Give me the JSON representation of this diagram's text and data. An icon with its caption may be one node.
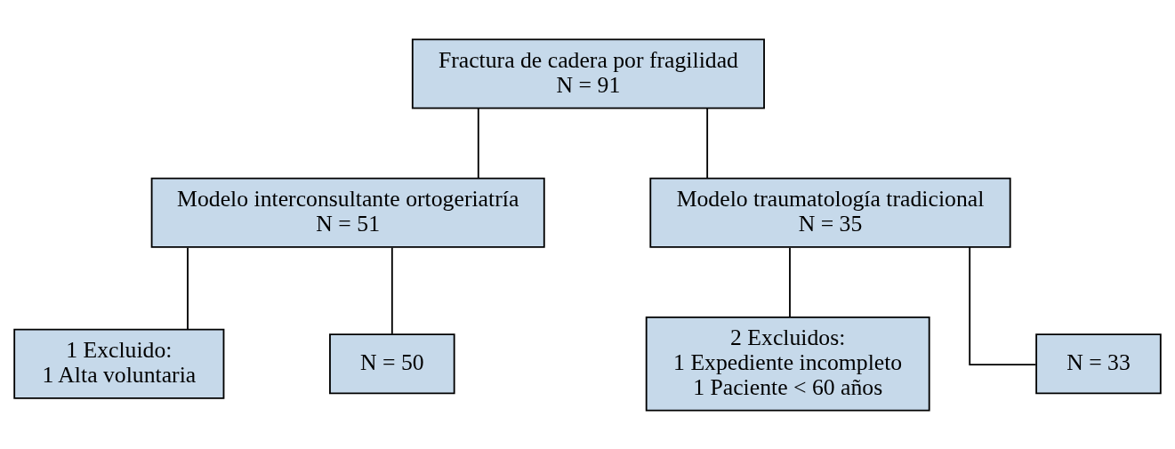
{
  "diagram": {
    "nodes": [
      {
        "text": [
          "Fractura de cadera por fragilidad",
          "N = 91"
        ]
      },
      {
        "text": [
          "Modelo interconsultante ortogeriatría",
          "N = 51"
        ]
      },
      {
        "text": [
          "Modelo traumatología tradicional",
          "N = 35"
        ]
      },
      {
        "text": [
          "1 Excluido:",
          "1 Alta voluntaria"
        ]
      },
      {
        "text": [
          "2 Excluidos:",
          "1 Expediente incompleto",
          "1 Paciente < 60 años"
        ]
      },
      {
        "text": [
          "N = 50"
        ]
      },
      {
        "text": [
          "N = 33"
        ]
      }
    ],
    "edges": [
      {
        "from": 0,
        "to": 1,
        "arrow": "none"
      },
      {
        "from": 0,
        "to": 2,
        "arrow": "none"
      },
      {
        "from": 1,
        "to": 3,
        "arrow": "none"
      },
      {
        "from": 1,
        "to": 5,
        "arrow": "none"
      },
      {
        "from": 2,
        "to": 4,
        "arrow": "none"
      },
      {
        "from": 2,
        "to": 6,
        "arrow": "none"
      }
    ]
  }
}
